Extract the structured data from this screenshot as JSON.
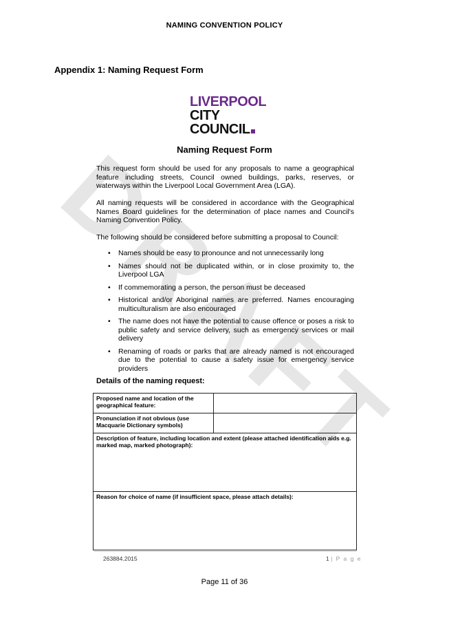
{
  "header": {
    "title": "NAMING CONVENTION POLICY"
  },
  "appendix_heading": "Appendix 1: Naming Request Form",
  "logo": {
    "line1": "LIVERPOOL",
    "line2": "CITY",
    "line3": "COUNCIL",
    "color": "#6b2a8c"
  },
  "watermark": "DRAFT",
  "form": {
    "title": "Naming Request Form",
    "paragraphs": [
      "This request form should be used for any proposals to name a geographical feature including streets, Council owned buildings, parks, reserves, or waterways within the Liverpool Local Government Area (LGA).",
      "All naming requests will be considered in accordance with the Geographical Names Board guidelines for the determination of place names and Council's Naming Convention Policy.",
      "The following should be considered before submitting a proposal to Council:"
    ],
    "criteria": [
      "Names should be easy to pronounce and not unnecessarily long",
      "Names should not be duplicated within, or in close proximity to, the Liverpool LGA",
      "If commemorating a person, the person must be deceased",
      "Historical and/or Aboriginal names are preferred. Names encouraging multiculturalism are also encouraged",
      "The name does not have the potential to cause offence or poses a risk to public safety and service delivery, such as emergency services or mail delivery",
      "Renaming of roads or parks that are already named is not encouraged due to the potential to cause a safety issue for emergency service providers"
    ],
    "details_heading": "Details of the naming request:",
    "table": {
      "proposed_name": "Proposed name and location of the geographical feature:",
      "pronunciation": "Pronunciation if not obvious (use Macquarie Dictionary symbols)",
      "description": "Description of feature, including location and extent (please attached identification aids e.g. marked map, marked photograph):",
      "reason": "Reason for choice of name (if insufficient space, please attach details):"
    },
    "footer": {
      "doc_ref": "263884.2015",
      "page_num": "1",
      "page_word": "| P a g e"
    }
  },
  "page_footer": "Page 11 of 36"
}
